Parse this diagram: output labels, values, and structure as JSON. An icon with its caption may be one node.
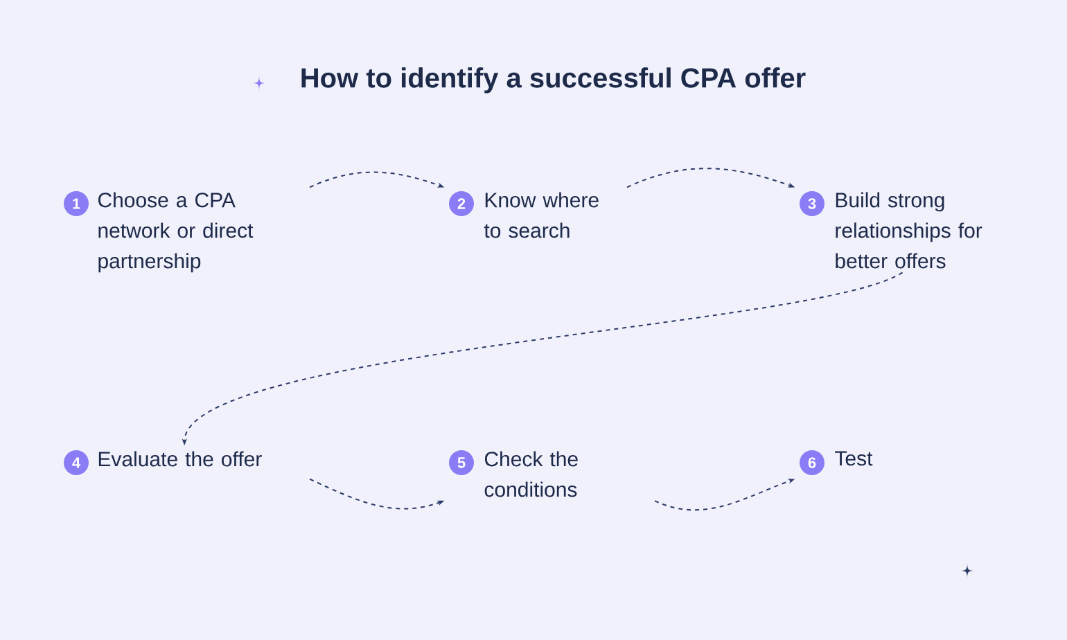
{
  "diagram": {
    "title": "How to identify a successful CPA offer",
    "nodes": [
      {
        "text": [
          "1",
          "Choose a CPA network or direct partnership"
        ]
      },
      {
        "text": [
          "2",
          "Know where to search"
        ]
      },
      {
        "text": [
          "3",
          "Build strong relationships for better offers"
        ]
      },
      {
        "text": [
          "4",
          "Evaluate the offer"
        ]
      },
      {
        "text": [
          "5",
          "Check the conditions"
        ]
      },
      {
        "text": [
          "6",
          "Test"
        ]
      }
    ],
    "edges": [
      {
        "from": 0,
        "to": 1,
        "arrow": "to",
        "style": "dashed"
      },
      {
        "from": 1,
        "to": 2,
        "arrow": "to",
        "style": "dashed"
      },
      {
        "from": 2,
        "to": 3,
        "arrow": "to",
        "style": "dashed"
      },
      {
        "from": 3,
        "to": 4,
        "arrow": "to",
        "style": "dashed"
      },
      {
        "from": 4,
        "to": 5,
        "arrow": "to",
        "style": "dashed"
      }
    ]
  }
}
